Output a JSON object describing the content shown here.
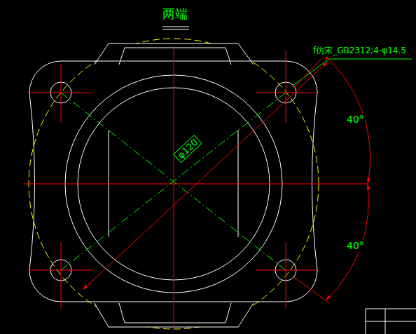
{
  "diagram": {
    "title": "两端",
    "labels": [
      "f仿宋_GB2312;4-φ14.5",
      "φ120",
      "40°",
      "40°"
    ]
  }
}
